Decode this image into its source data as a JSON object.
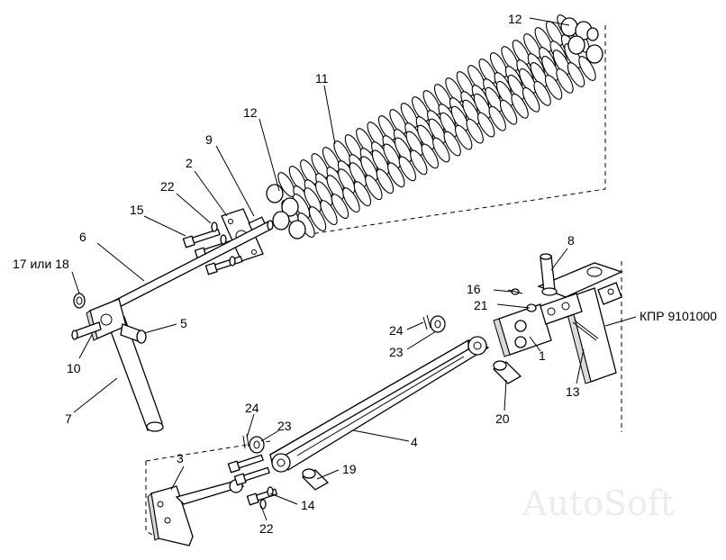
{
  "callouts": {
    "c1": "1",
    "c2": "2",
    "c3": "3",
    "c4": "4",
    "c5": "5",
    "c6": "6",
    "c7": "7",
    "c8": "8",
    "c9": "9",
    "c10": "10",
    "c11": "11",
    "c12a": "12",
    "c12b": "12",
    "c13": "13",
    "c14": "14",
    "c15": "15",
    "c16": "16",
    "c17": "17 или 18",
    "c19": "19",
    "c20": "20",
    "c21": "21",
    "c22a": "22",
    "c22b": "22",
    "c23a": "23",
    "c23b": "23",
    "c24a": "24",
    "c24b": "24"
  },
  "reference_label": "КПР 9101000",
  "watermark": "AutoSoft"
}
